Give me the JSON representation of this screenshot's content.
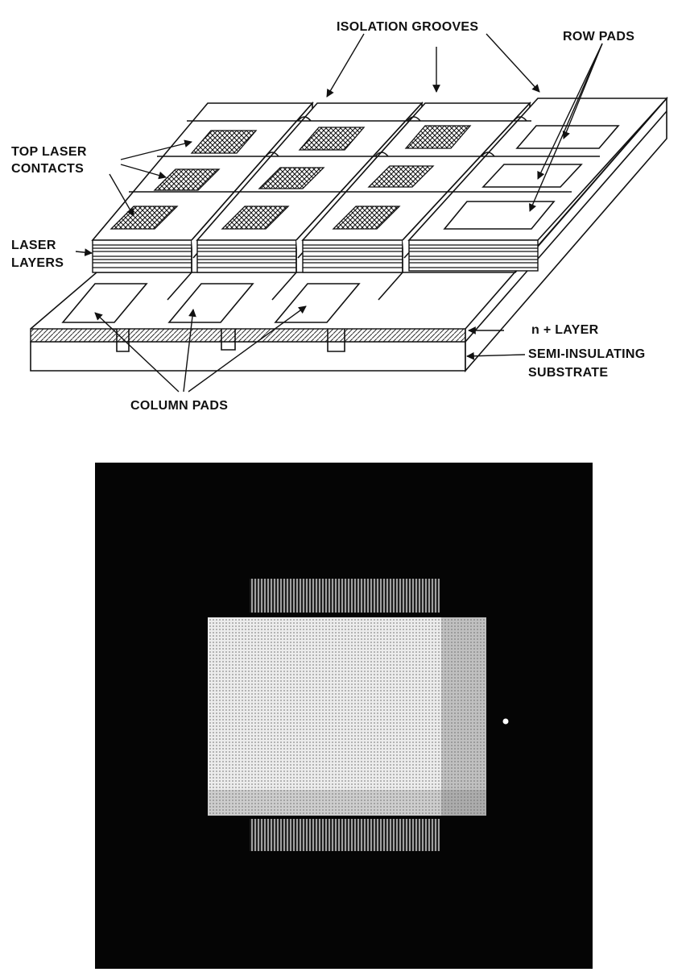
{
  "labels": {
    "isolation_grooves": "ISOLATION GROOVES",
    "row_pads": "ROW PADS",
    "top_laser_contacts_line1": "TOP LASER",
    "top_laser_contacts_line2": "CONTACTS",
    "laser_layers_line1": "LASER",
    "laser_layers_line2": "LAYERS",
    "n_layer": "n + LAYER",
    "semi_insulating_line1": "SEMI-INSULATING",
    "semi_insulating_line2": "SUBSTRATE",
    "column_pads": "COLUMN PADS"
  },
  "colors": {
    "ink": "#111111",
    "paper": "#ffffff",
    "photo_background": "#050505"
  }
}
